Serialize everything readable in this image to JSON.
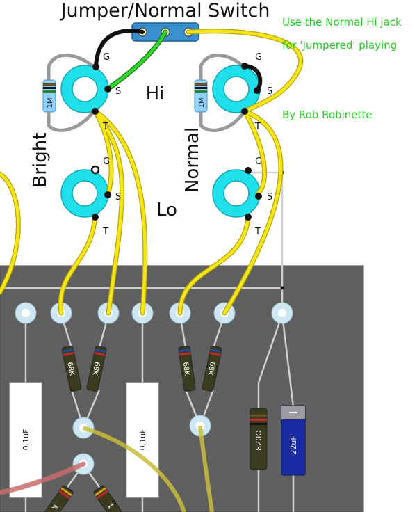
{
  "title": "Jumper/Normal Switch",
  "notes": {
    "line1": "Use the Normal Hi jack",
    "line2": "for 'Jumpered' playing",
    "credit": "By Rob Robinette"
  },
  "channels": {
    "bright": "Bright",
    "normal": "Normal",
    "hi": "Hi",
    "lo": "Lo"
  },
  "jack_lugs": {
    "ground": "G",
    "switch": "S",
    "tip": "T"
  },
  "components": {
    "grid_resistor_1": "1M",
    "grid_resistor_2": "1M",
    "mixing_resistors": [
      "68K",
      "68K",
      "68K",
      "68K"
    ],
    "cap_1": "0.1uF",
    "cap_2": "0.1uF",
    "cathode_resistor": "820Ω",
    "cathode_cap": "22uF",
    "bottom_resistor_1": "K",
    "bottom_resistor_2": "1"
  },
  "colors": {
    "board": "#5f5f5f",
    "jack": "#1fe0ea",
    "wire_yellow": "#f7e51c",
    "wire_green": "#33d62a",
    "wire_black": "#111111",
    "switch": "#3a8fcf",
    "note_text": "#22cc22",
    "cathode_cap": "#1a2aa0"
  }
}
